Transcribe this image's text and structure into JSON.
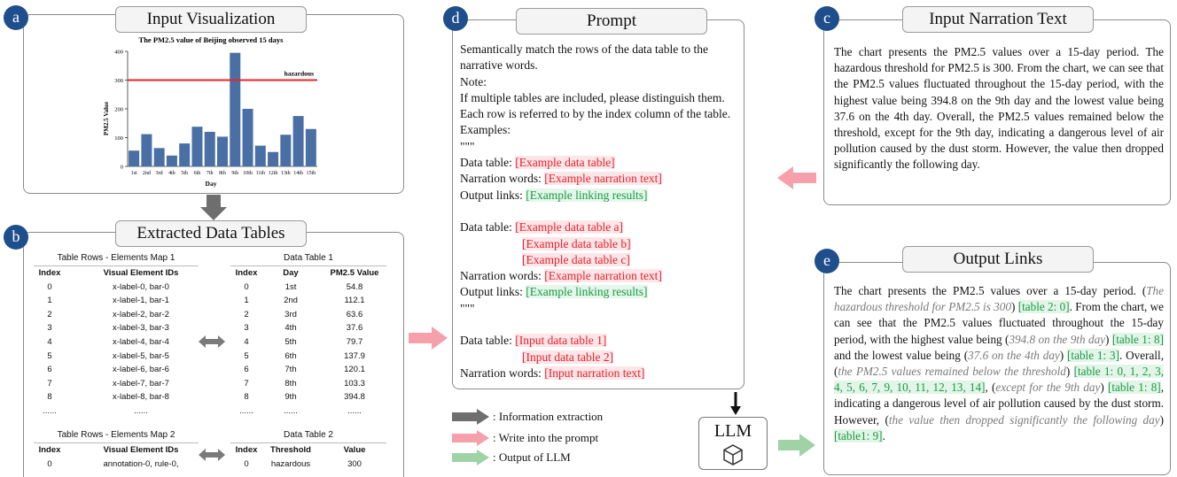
{
  "panel_a": {
    "badge": "a",
    "title": "Input Visualization",
    "chart_data": {
      "type": "bar",
      "title": "The PM2.5 value of Beijing observed 15 days",
      "xlabel": "Day",
      "ylabel": "PM2.5 Value",
      "categories": [
        "1st",
        "2nd",
        "3rd",
        "4th",
        "5th",
        "6th",
        "7th",
        "8th",
        "9th",
        "10th",
        "11th",
        "12th",
        "13th",
        "14th",
        "15th"
      ],
      "values": [
        54.8,
        112.1,
        63.6,
        37.6,
        79.7,
        137.9,
        120.1,
        103.3,
        394.8,
        200,
        72,
        50,
        110,
        175,
        130
      ],
      "ylim": [
        0,
        400
      ],
      "yticks": [
        "0",
        "100",
        "200",
        "300",
        "400"
      ],
      "threshold": {
        "value": 300,
        "label": "hazardous",
        "color": "#e8232a"
      },
      "bar_color": "#4a6fa5"
    }
  },
  "panel_b": {
    "badge": "b",
    "title": "Extracted Data Tables",
    "map1": {
      "title": "Table Rows - Elements Map 1",
      "headers": [
        "Index",
        "Visual Element IDs"
      ],
      "rows": [
        [
          "0",
          "x-label-0, bar-0"
        ],
        [
          "1",
          "x-label-1, bar-1"
        ],
        [
          "2",
          "x-label-2, bar-2"
        ],
        [
          "3",
          "x-label-3, bar-3"
        ],
        [
          "4",
          "x-label-4, bar-4"
        ],
        [
          "5",
          "x-label-5, bar-5"
        ],
        [
          "6",
          "x-label-6, bar-6"
        ],
        [
          "7",
          "x-label-7, bar-7"
        ],
        [
          "8",
          "x-label-8, bar-8"
        ],
        [
          "......",
          "......"
        ]
      ]
    },
    "table1": {
      "title": "Data Table 1",
      "headers": [
        "Index",
        "Day",
        "PM2.5 Value"
      ],
      "rows": [
        [
          "0",
          "1st",
          "54.8"
        ],
        [
          "1",
          "2nd",
          "112.1"
        ],
        [
          "2",
          "3rd",
          "63.6"
        ],
        [
          "3",
          "4th",
          "37.6"
        ],
        [
          "4",
          "5th",
          "79.7"
        ],
        [
          "5",
          "6th",
          "137.9"
        ],
        [
          "6",
          "7th",
          "120.1"
        ],
        [
          "7",
          "8th",
          "103.3"
        ],
        [
          "8",
          "9th",
          "394.8"
        ],
        [
          "......",
          "......",
          "......"
        ]
      ]
    },
    "map2": {
      "title": "Table Rows - Elements Map 2",
      "headers": [
        "Index",
        "Visual Element IDs"
      ],
      "rows": [
        [
          "0",
          "annotation-0, rule-0,"
        ]
      ]
    },
    "table2": {
      "title": "Data Table 2",
      "headers": [
        "Index",
        "Threshold",
        "Value"
      ],
      "rows": [
        [
          "0",
          "hazardous",
          "300"
        ]
      ]
    }
  },
  "panel_c": {
    "badge": "c",
    "title": "Input Narration Text",
    "text": "The chart presents the PM2.5 values over a 15-day period. The hazardous threshold for PM2.5 is 300. From the chart, we can see that the PM2.5 values fluctuated throughout the 15-day period, with the highest value being 394.8 on the 9th day and the lowest value being 37.6 on the 4th day. Overall, the PM2.5 values remained below the threshold, except for the 9th day, indicating a dangerous level of air pollution caused by the dust storm. However, the value then dropped significantly the following day."
  },
  "panel_d": {
    "badge": "d",
    "title": "Prompt",
    "intro1": "Semantically match the rows of the data table to the",
    "intro2": "narrative words.",
    "note": "Note:",
    "note1": "If multiple tables are included, please distinguish them.",
    "note2": "Each row is referred to by the index column of the table.",
    "examples": "Examples:",
    "quotes": "\"\"\"",
    "lbl_data_table": "Data table: ",
    "lbl_narration": "Narration words: ",
    "lbl_output": "Output links: ",
    "ex_table": "[Example data table]",
    "ex_narration": "[Example narration text]",
    "ex_links": "[Example linking results]",
    "ex_table_a": "[Example data table a]",
    "ex_table_b": "[Example data table b]",
    "ex_table_c": "[Example data table c]",
    "in_table1": "[Input data table 1]",
    "in_table2": "[Input data table 2]",
    "in_narration": "[Input narration text]"
  },
  "panel_e": {
    "badge": "e",
    "title": "Output Links",
    "t1": "The chart presents the PM2.5 values over a 15-day period. (",
    "g1": "The hazardous threshold for PM2.5 is 300",
    "t2": ") ",
    "l1": "[table 2: 0]",
    "t3": ". From the chart, we can see that the PM2.5 values fluctuated throughout the 15-day period, with the highest value being (",
    "g2": "394.8 on the 9th day",
    "t4": ") ",
    "l2": "[table 1: 8]",
    "t5": " and the lowest value being (",
    "g3": "37.6 on the 4th day",
    "t6": ") ",
    "l3": "[table 1: 3]",
    "t7": ". Overall, (",
    "g4": "the PM2.5 values remained below the threshold",
    "t8": ") ",
    "l4": "[table 1: 0, 1, 2, 3, 4, 5, 6, 7, 9, 10, 11, 12, 13, 14]",
    "t9": ", (",
    "g5": "except for the 9th day",
    "t10": ") ",
    "l5": "[table 1: 8]",
    "t11": ", indicating a dangerous level of air pollution caused by the dust storm. However, (",
    "g6": "the value then dropped significantly the following day",
    "t12": ") ",
    "l6": "[table1: 9]",
    "t13": "."
  },
  "legend": {
    "info": ": Information extraction",
    "write": ": Write into the prompt",
    "output": ": Output of LLM",
    "gray": "#6e6e6e",
    "pink": "#f5a0aa",
    "green": "#9fd3a6"
  },
  "llm": {
    "label": "LLM"
  }
}
